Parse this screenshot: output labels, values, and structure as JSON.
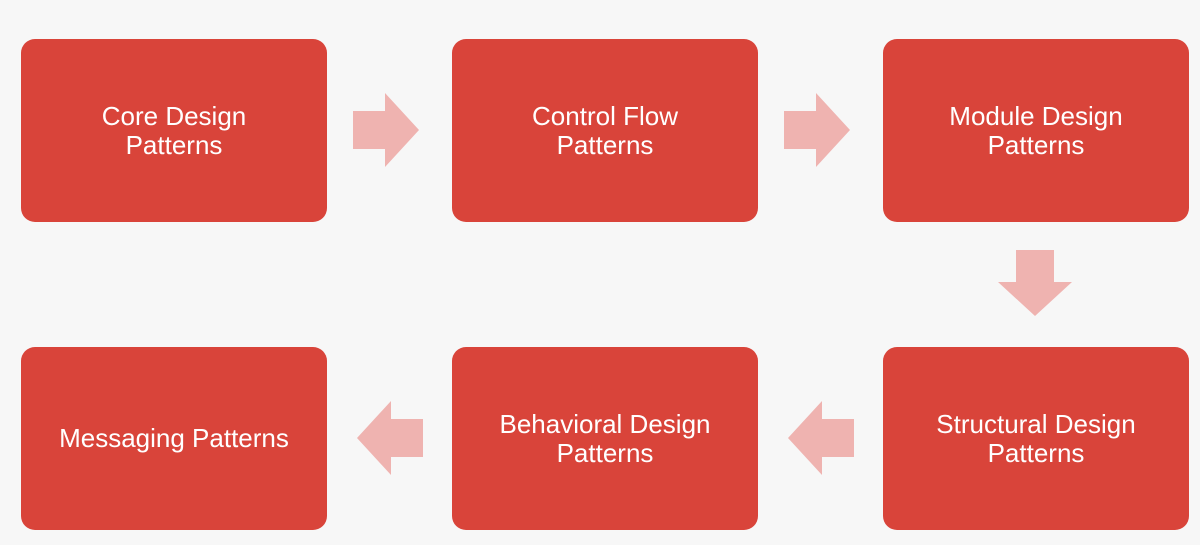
{
  "colors": {
    "background": "#f7f7f7",
    "box_fill": "#d9443a",
    "box_text": "#ffffff",
    "arrow_fill": "#efb3b0"
  },
  "steps": [
    {
      "label": "Core Design Patterns"
    },
    {
      "label": "Control Flow Patterns"
    },
    {
      "label": "Module Design Patterns"
    },
    {
      "label": "Structural Design Patterns"
    },
    {
      "label": "Behavioral Design Patterns"
    },
    {
      "label": "Messaging Patterns"
    }
  ],
  "connectors": [
    {
      "from": 0,
      "to": 1,
      "direction": "right"
    },
    {
      "from": 1,
      "to": 2,
      "direction": "right"
    },
    {
      "from": 2,
      "to": 3,
      "direction": "down"
    },
    {
      "from": 3,
      "to": 4,
      "direction": "left"
    },
    {
      "from": 4,
      "to": 5,
      "direction": "left"
    }
  ]
}
